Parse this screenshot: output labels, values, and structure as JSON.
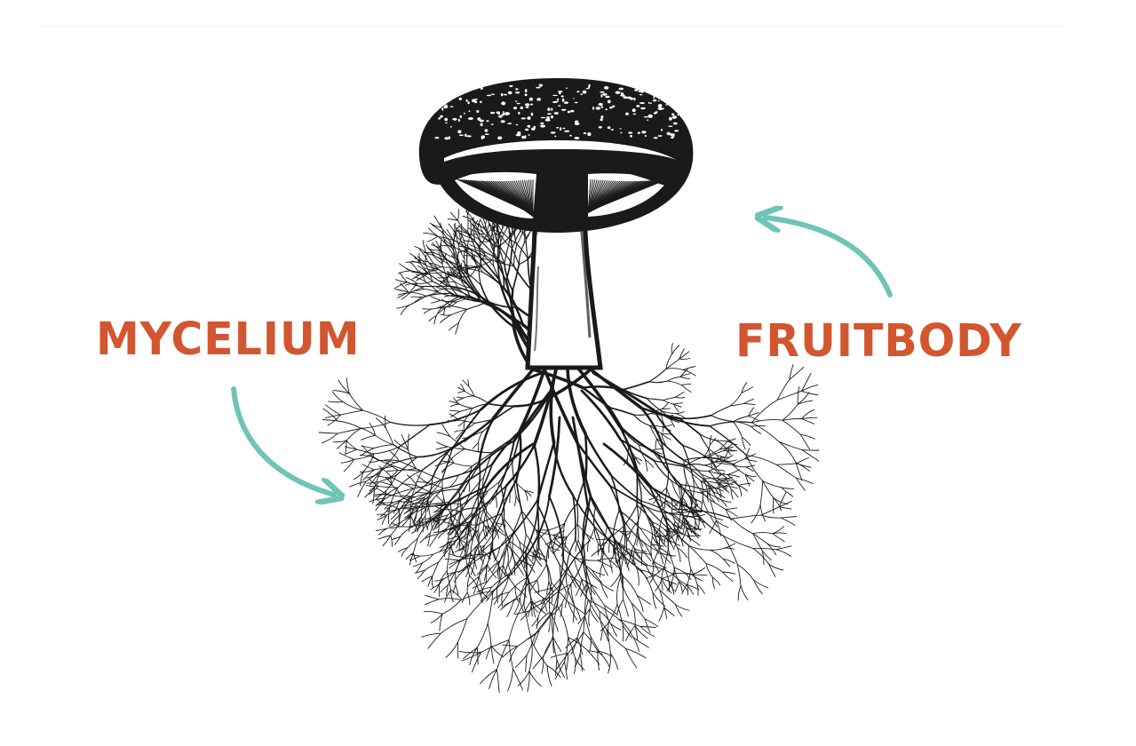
{
  "colors": {
    "label_color": "#d2562f",
    "arrow_color": "#70c4b6",
    "ink": "#1a1a1a",
    "background": "#ffffff"
  },
  "labels": {
    "mycelium": "MYCELIUM",
    "fruitbody": "FRUITBODY"
  },
  "icons": {
    "illustration": "mushroom-with-mycelium-illustration",
    "arrow_left": "curved-arrow-pointing-to-mycelium",
    "arrow_right": "curved-arrow-pointing-to-fruitbody"
  }
}
